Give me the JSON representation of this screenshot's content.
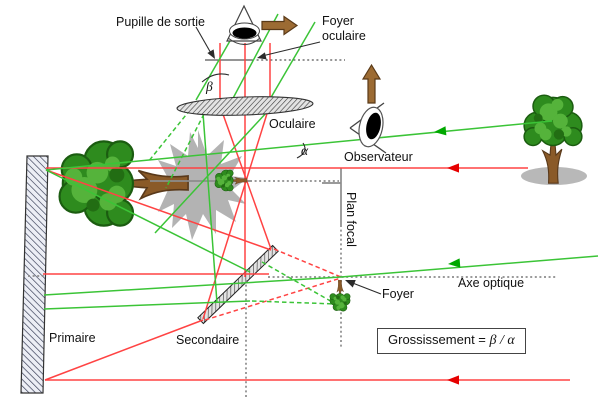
{
  "labels": {
    "pupille_sortie": "Pupille de sortie",
    "foyer_oculaire_l1": "Foyer",
    "foyer_oculaire_l2": "oculaire",
    "oculaire": "Oculaire",
    "observateur": "Observateur",
    "beta": "β",
    "alpha": "α",
    "plan_focal": "Plan focal",
    "axe_optique": "Axe optique",
    "foyer": "Foyer",
    "primaire": "Primaire",
    "secondaire": "Secondaire"
  },
  "formula": {
    "lhs": "Grossissement = ",
    "rhs": "β / α"
  },
  "colors": {
    "ray_red": "#ff4343",
    "ray_red_arrow": "#e60000",
    "ray_green": "#3bc437",
    "ray_green_arrow": "#00a800",
    "axis_gray": "#8c8c8c",
    "pointer_black": "#2b2b2b",
    "arrow_brown": "#9c6b33",
    "arrow_brown_dark": "#5a3a18",
    "mirror_hatch": "#3c425a",
    "mirror_hatch2": "#3a3a3a",
    "foliage": "#2e8b1e",
    "foliage_dark": "#1b5c10",
    "foliage_light": "#55b33b",
    "trunk": "#8a5a28",
    "trunk_dark": "#59391a",
    "shadow_gray": "#b8b8b8",
    "splash_gray": "#b3b3b3"
  },
  "icons": {
    "exit_pupil_eye": "eye-top-icon",
    "observer_eye": "observer-eye-icon",
    "arrow_right": "image-direction-right-arrow-icon",
    "arrow_up": "image-direction-up-arrow-icon",
    "tree_right": "object-tree-icon",
    "tree_virtual": "magnified-virtual-image-tree-icon",
    "tree_intermediate": "intermediate-image-tree-icon",
    "tree_focus": "inverted-image-tree-icon"
  }
}
